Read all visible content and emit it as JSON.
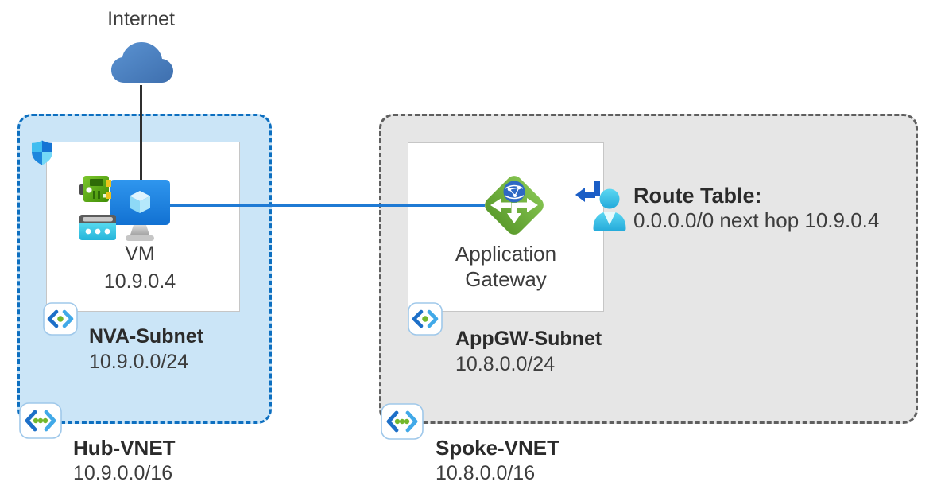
{
  "internet": {
    "label": "Internet"
  },
  "hub": {
    "name": "Hub-VNET",
    "cidr": "10.9.0.0/16",
    "subnet": {
      "name": "NVA-Subnet",
      "cidr": "10.9.0.0/24"
    },
    "vm": {
      "label": "VM",
      "ip": "10.9.0.4"
    }
  },
  "spoke": {
    "name": "Spoke-VNET",
    "cidr": "10.8.0.0/16",
    "subnet": {
      "name": "AppGW-Subnet",
      "cidr": "10.8.0.0/24"
    },
    "appgw": {
      "line1": "Application",
      "line2": "Gateway"
    }
  },
  "route_table": {
    "title": "Route Table:",
    "entry": "0.0.0.0/0 next hop 10.9.0.4"
  },
  "icons": {
    "internet": "cloud-icon",
    "hub_security": "shield-icon",
    "vm": "virtual-machine-icon",
    "nva": "network-card-icon",
    "console": "appliance-console-icon",
    "subnet": "subnet-icon",
    "vnet": "virtual-network-icon",
    "appgw": "application-gateway-icon",
    "route_table": "user-route-icon"
  },
  "colors": {
    "hub_fill": "#cbe5f7",
    "hub_border": "#0d6fc0",
    "spoke_fill": "#e6e6e6",
    "spoke_border": "#5f5f5f",
    "connector_blue": "#1f7ad4",
    "cloud_blue": "#4a83c4",
    "appgw_green": "#6aae3a",
    "person_cyan": "#35c2e8",
    "arrow_blue": "#1b5ec6",
    "shield_blue": "#1574d4",
    "subnet_dot_green": "#73b82c",
    "bracket_blue_dark": "#1d6fc8",
    "bracket_blue_light": "#41a9e8"
  }
}
